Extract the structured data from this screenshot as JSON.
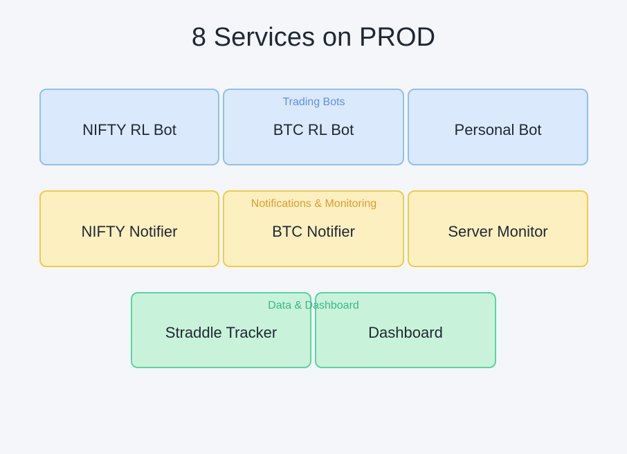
{
  "header": {
    "title": "8 Services on PROD"
  },
  "colors": {
    "background": "#f4f6f9",
    "title_text": "#1f2733",
    "card_text": "#1f2733",
    "trading_fill": "#dbe9fc",
    "trading_border": "#8fc0ee",
    "trading_label": "#5e8fe5",
    "notifications_fill": "#fdf0c0",
    "notifications_border": "#f1cc46",
    "notifications_label": "#df9a2f",
    "data_fill": "#c9f2da",
    "data_border": "#57d6a0",
    "data_label": "#37b988"
  },
  "groups": [
    {
      "id": "trading-bots",
      "label": "Trading Bots",
      "services": [
        {
          "name": "NIFTY RL Bot"
        },
        {
          "name": "BTC RL Bot"
        },
        {
          "name": "Personal Bot"
        }
      ]
    },
    {
      "id": "notifications",
      "label": "Notifications & Monitoring",
      "services": [
        {
          "name": "NIFTY Notifier"
        },
        {
          "name": "BTC Notifier"
        },
        {
          "name": "Server Monitor"
        }
      ]
    },
    {
      "id": "data-dashboard",
      "label": "Data & Dashboard",
      "services": [
        {
          "name": "Straddle Tracker"
        },
        {
          "name": "Dashboard"
        }
      ]
    }
  ]
}
